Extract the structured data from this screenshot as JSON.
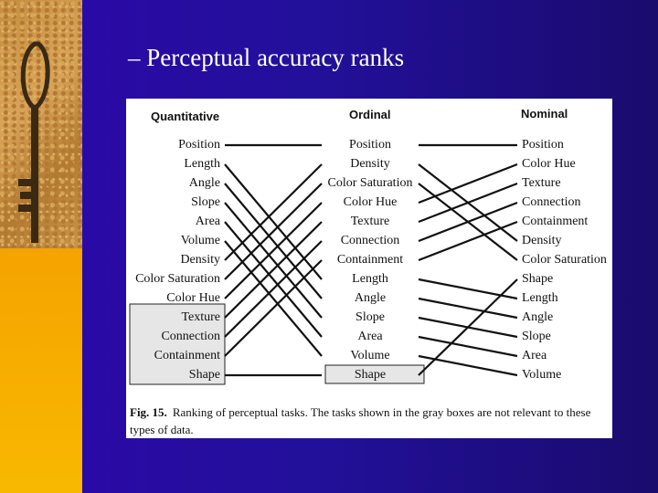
{
  "slide": {
    "title": "– Perceptual accuracy ranks"
  },
  "figure": {
    "headers": {
      "quantitative": "Quantitative",
      "ordinal": "Ordinal",
      "nominal": "Nominal"
    },
    "quantitative": [
      "Position",
      "Length",
      "Angle",
      "Slope",
      "Area",
      "Volume",
      "Density",
      "Color Saturation",
      "Color Hue",
      "Texture",
      "Connection",
      "Containment",
      "Shape"
    ],
    "ordinal": [
      "Position",
      "Density",
      "Color Saturation",
      "Color Hue",
      "Texture",
      "Connection",
      "Containment",
      "Length",
      "Angle",
      "Slope",
      "Area",
      "Volume",
      "Shape"
    ],
    "nominal": [
      "Position",
      "Color Hue",
      "Texture",
      "Connection",
      "Containment",
      "Density",
      "Color Saturation",
      "Shape",
      "Length",
      "Angle",
      "Slope",
      "Area",
      "Volume"
    ],
    "caption_label": "Fig. 15.",
    "caption_text": "Ranking of perceptual tasks. The tasks shown in the gray boxes are not relevant to these types of data."
  },
  "colors": {
    "background": "#1c0c8c",
    "accent_orange": "#f5a300",
    "title_text": "#ffffff"
  }
}
